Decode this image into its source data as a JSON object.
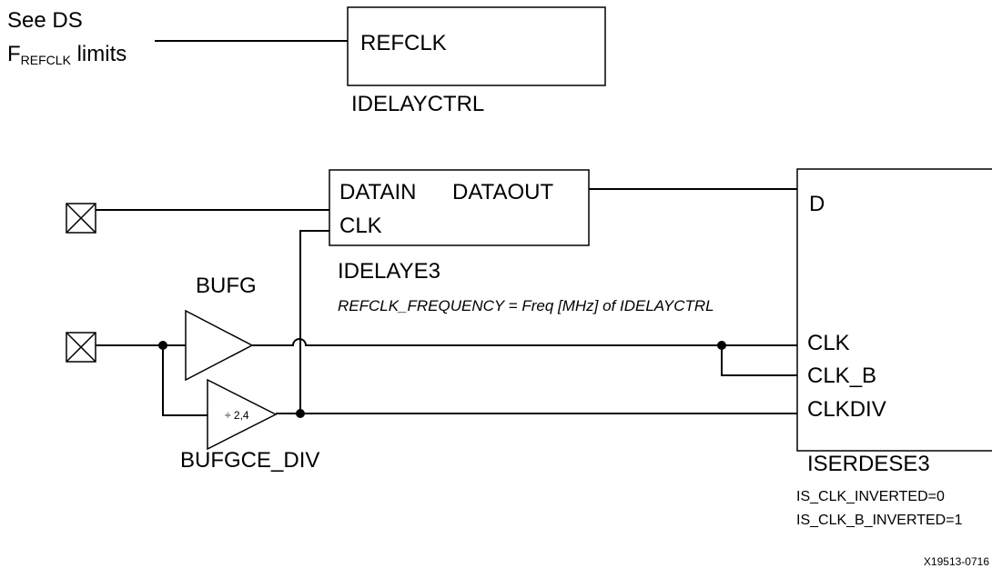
{
  "note": {
    "line1": "See DS",
    "f_prefix": "F",
    "f_sub": "REFCLK",
    "f_suffix": " limits"
  },
  "idelayctrl": {
    "port": "REFCLK",
    "name": "IDELAYCTRL"
  },
  "idelaye3": {
    "port_datain": "DATAIN",
    "port_dataout": "DATAOUT",
    "port_clk": "CLK",
    "name": "IDELAYE3",
    "attribute": "REFCLK_FREQUENCY  = Freq [MHz] of IDELAYCTRL"
  },
  "bufg": {
    "name": "BUFG"
  },
  "bufgce_div": {
    "name": "BUFGCE_DIV",
    "divider": "÷ 2,4"
  },
  "iserdese3": {
    "port_d": "D",
    "port_clk": "CLK",
    "port_clk_b": "CLK_B",
    "port_clkdiv": "CLKDIV",
    "name": "ISERDESE3",
    "attr1": "IS_CLK_INVERTED=0",
    "attr2": "IS_CLK_B_INVERTED=1"
  },
  "figure_id": "X19513-0716",
  "icons": {
    "pad": "pad-icon",
    "buffer": "buffer-triangle-icon"
  },
  "colors": {
    "ink": "#000000",
    "background": "#ffffff"
  }
}
